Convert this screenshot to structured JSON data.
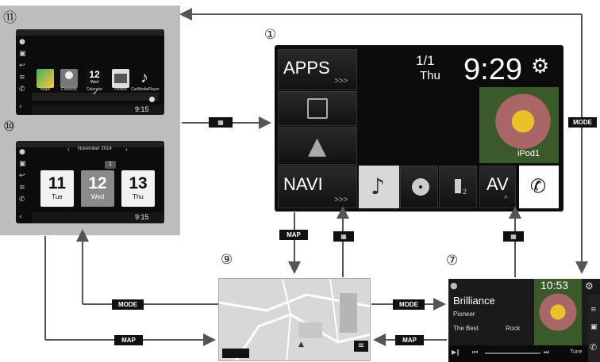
{
  "labels": {
    "n1": "①",
    "n7": "⑦",
    "n9": "⑨",
    "n10": "⑩",
    "n11": "⑪"
  },
  "main_screen": {
    "apps": "APPS",
    "apps_arrows": ">>>",
    "track": "1/1",
    "day": "Thu",
    "time": "9:29",
    "navi": "NAVI",
    "navi_arrows": ">>>",
    "av": "AV",
    "ipod": "iPod1",
    "usb_num": "2"
  },
  "apps_screen": {
    "apps": [
      "Maps",
      "Contacts",
      "Calendar",
      "Photos",
      "CarMediaPlayer"
    ],
    "calendar_num": "12",
    "calendar_day": "Wed",
    "time": "9:15"
  },
  "calendar_screen": {
    "month": "November 2014",
    "days": [
      {
        "num": "11",
        "day": "Tue"
      },
      {
        "num": "12",
        "day": "Wed"
      },
      {
        "num": "13",
        "day": "Thu"
      }
    ],
    "badge": "1",
    "time": "9:15"
  },
  "av_screen": {
    "time": "10:53",
    "title": "Brilliance",
    "artist": "Pioneer",
    "album": "The Best",
    "genre": "Rock",
    "tune": "Tune"
  },
  "buttons": {
    "mode": "MODE",
    "map": "MAP"
  },
  "colors": {
    "panel_grey": "#bdbdbd",
    "screen_black": "#0c0c0c",
    "flower_yellow": "#e8c228"
  }
}
